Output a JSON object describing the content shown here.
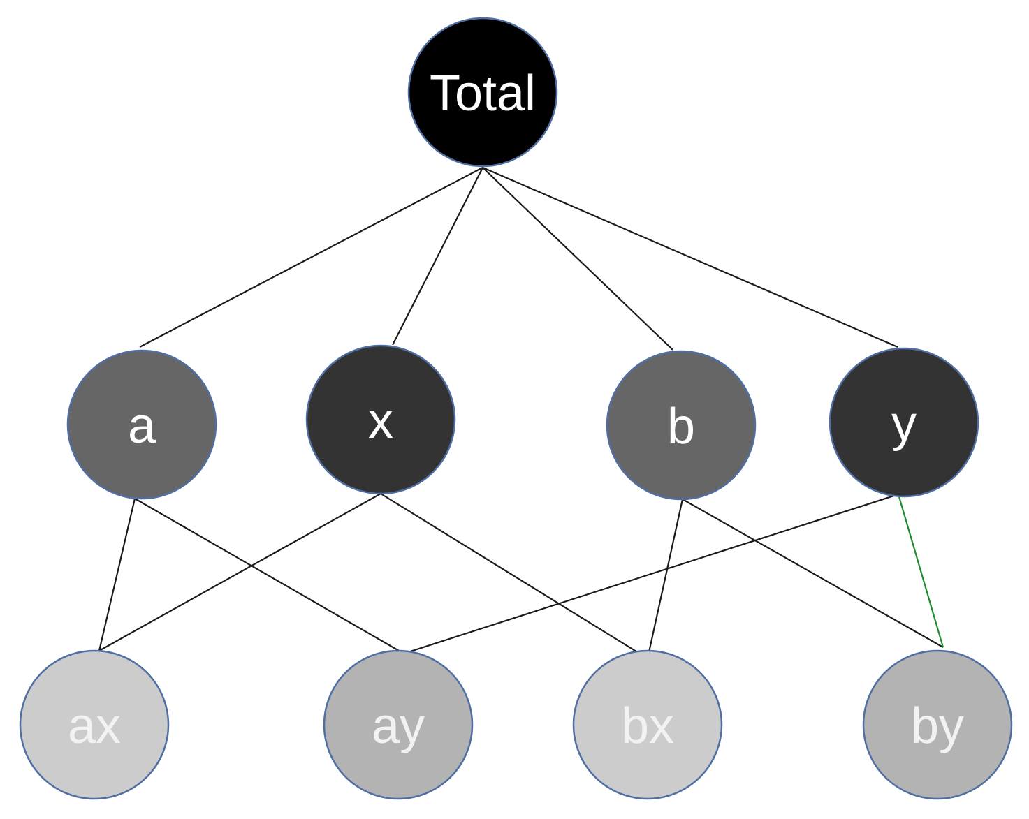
{
  "colors": {
    "edge_default": "#1a1a1a",
    "edge_highlight": "#1e8c2e",
    "node_stroke": "#4f6fa3",
    "label_dark": "#ffffff",
    "label_light": "#f2f2f2"
  },
  "nodes": [
    {
      "id": "total",
      "label": "Total",
      "fill": "#000000",
      "level": "root"
    },
    {
      "id": "a",
      "label": "a",
      "fill": "#666666",
      "level": "middle"
    },
    {
      "id": "x",
      "label": "x",
      "fill": "#333333",
      "level": "middle"
    },
    {
      "id": "b",
      "label": "b",
      "fill": "#666666",
      "level": "middle"
    },
    {
      "id": "y",
      "label": "y",
      "fill": "#333333",
      "level": "middle"
    },
    {
      "id": "ax",
      "label": "ax",
      "fill": "#cccccc",
      "level": "leaf"
    },
    {
      "id": "ay",
      "label": "ay",
      "fill": "#b3b3b3",
      "level": "leaf"
    },
    {
      "id": "bx",
      "label": "bx",
      "fill": "#cccccc",
      "level": "leaf"
    },
    {
      "id": "by",
      "label": "by",
      "fill": "#b3b3b3",
      "level": "leaf"
    }
  ],
  "edges": [
    {
      "from": "total",
      "to": "a",
      "highlight": false
    },
    {
      "from": "total",
      "to": "x",
      "highlight": false
    },
    {
      "from": "total",
      "to": "b",
      "highlight": false
    },
    {
      "from": "total",
      "to": "y",
      "highlight": false
    },
    {
      "from": "a",
      "to": "ax",
      "highlight": false
    },
    {
      "from": "a",
      "to": "ay",
      "highlight": false
    },
    {
      "from": "x",
      "to": "ax",
      "highlight": false
    },
    {
      "from": "x",
      "to": "bx",
      "highlight": false
    },
    {
      "from": "b",
      "to": "bx",
      "highlight": false
    },
    {
      "from": "b",
      "to": "by",
      "highlight": false
    },
    {
      "from": "y",
      "to": "ay",
      "highlight": false
    },
    {
      "from": "y",
      "to": "by",
      "highlight": true
    }
  ]
}
